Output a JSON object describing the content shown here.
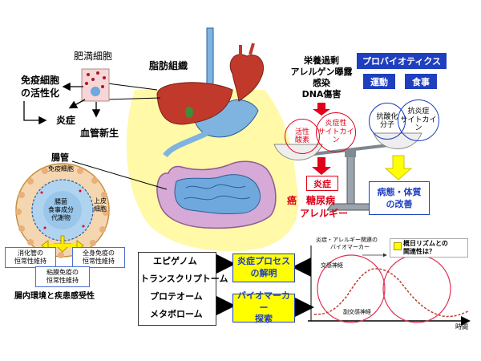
{
  "colors": {
    "blue_box": "#1f3fbf",
    "red": "#e0001a",
    "yellow": "#ffff00",
    "fat_yellow": "#fff9a8",
    "gut_pink": "#d6a9d6",
    "gut_blue": "#6fa8dc"
  },
  "left": {
    "adipocyte": "肥満細胞",
    "immune_line1": "免疫細胞",
    "immune_line2": "の活性化",
    "inflammation": "炎症",
    "angiogenesis": "血管新生",
    "adipose_tissue": "脂肪組織",
    "intestine_title": "腸管",
    "epithelium": "免疫細胞",
    "upper_skin_1": "上皮",
    "upper_skin_2": "細胞",
    "bacteria_1": "腸菌",
    "bacteria_2": "食事成分",
    "bacteria_3": "代謝物",
    "homeo_digest_1": "消化管の",
    "homeo_digest_2": "恒常性維持",
    "homeo_whole_1": "全身免疫の",
    "homeo_whole_2": "恒常性維持",
    "homeo_mucosa_1": "粘膜免疫の",
    "homeo_mucosa_2": "恒常性維持",
    "gut_env": "腸内環境と疾患感受性"
  },
  "scale": {
    "risk_1": "栄養過剰",
    "risk_2": "アレルゲン曝露",
    "risk_3": "感染",
    "risk_4": "DNA傷害",
    "probiotics": "プロバイオティクス",
    "exercise": "運動",
    "diet": "食事",
    "active_oxygen_1": "活性",
    "active_oxygen_2": "酸素",
    "inflam_cytokine_1": "炎症性",
    "inflam_cytokine_2": "サイトカイン",
    "antioxidant_1": "抗酸化",
    "antioxidant_2": "分子",
    "anti_inflam_1": "抗炎症",
    "anti_inflam_2": "サイトカイン",
    "inflammation_box": "炎症",
    "disease_1": "癌　糖尿病",
    "disease_2": "アレルギー",
    "improvement_1": "病態・体質",
    "improvement_2": "の改善"
  },
  "omics": {
    "items": [
      "エピゲノム",
      "トランスクリプトーム",
      "プロテオーム",
      "メタボローム"
    ],
    "process_1": "炎症プロセス",
    "process_2": "の解明",
    "biomarker_1": "バイオマーカー",
    "biomarker_2": "探索"
  },
  "rhythm": {
    "label_1": "炎症・アレルギー関連の",
    "label_2": "バイオマーカー",
    "question_1": "概日リズムとの",
    "question_2": "関連性は？",
    "sympathetic": "交感神経",
    "parasympathetic": "副交感神経",
    "time": "時間"
  }
}
